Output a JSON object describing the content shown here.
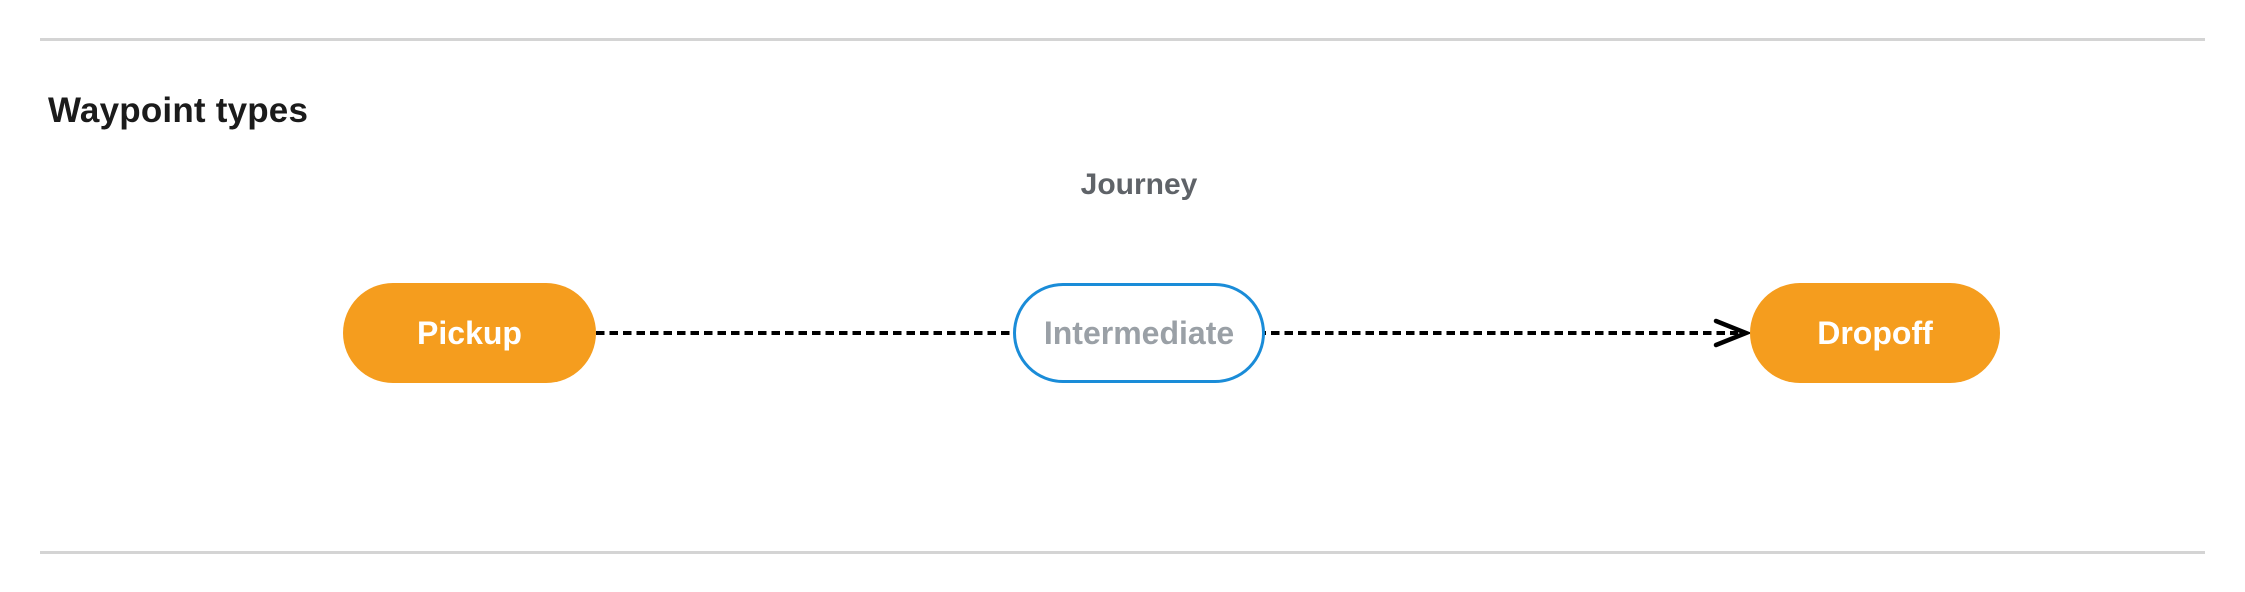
{
  "section": {
    "title": "Waypoint types"
  },
  "diagram": {
    "label": "Journey",
    "nodes": [
      {
        "id": "pickup",
        "label": "Pickup",
        "type": "endpoint"
      },
      {
        "id": "intermediate",
        "label": "Intermediate",
        "type": "intermediate"
      },
      {
        "id": "dropoff",
        "label": "Dropoff",
        "type": "endpoint"
      }
    ],
    "edges": [
      {
        "from": "pickup",
        "to": "dropoff",
        "via": "intermediate",
        "style": "dashed",
        "arrowhead": "right"
      }
    ],
    "colors": {
      "endpoint_fill": "#f59d1e",
      "endpoint_text": "#ffffff",
      "intermediate_border": "#1a8cd8",
      "intermediate_text": "#9aa0a6",
      "connector": "#000000",
      "journey_label": "#5f6368",
      "section_title": "#1b1b1b",
      "divider": "#d4d4d4"
    }
  }
}
